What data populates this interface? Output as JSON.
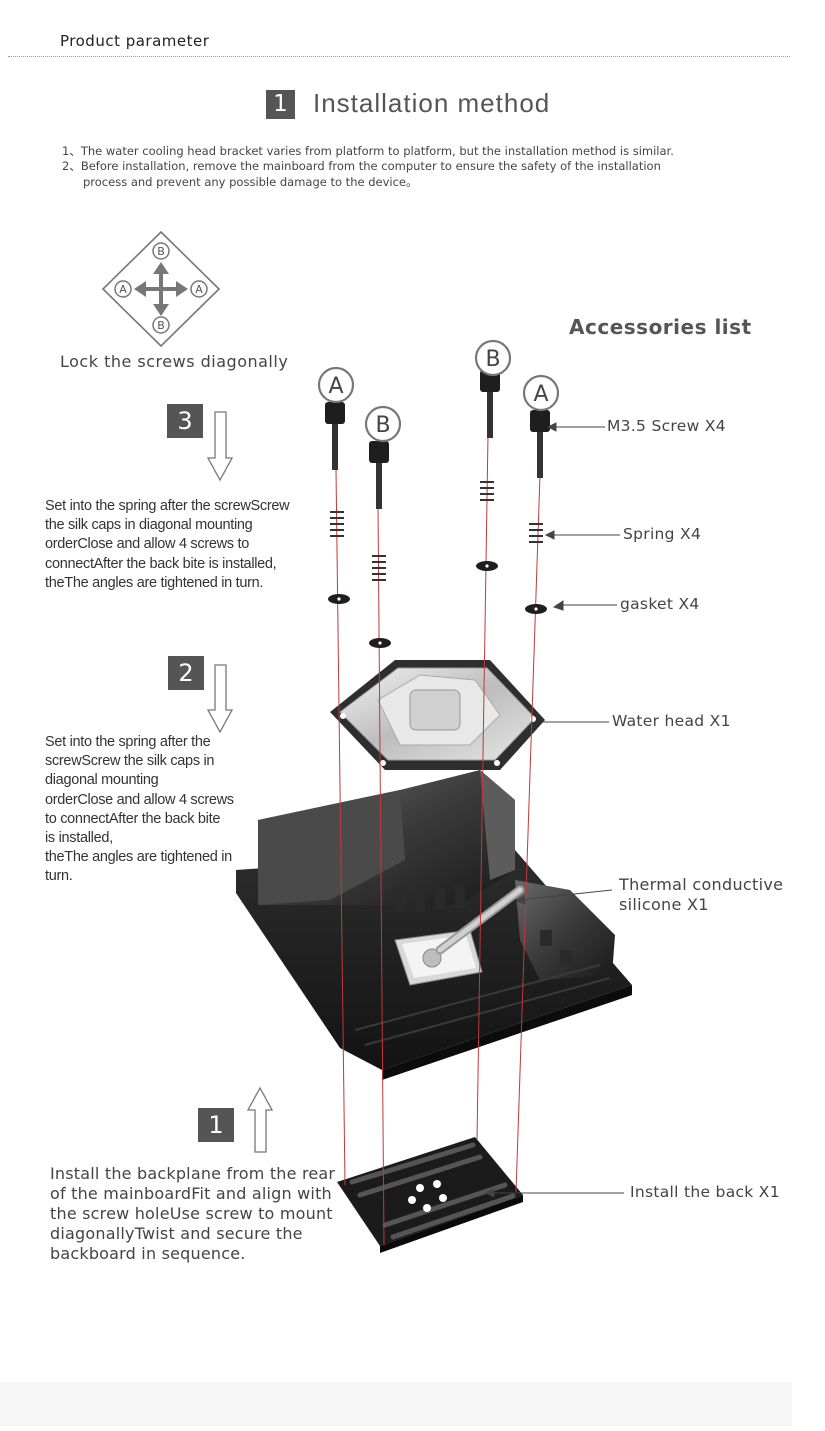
{
  "header": {
    "title": "Product parameter"
  },
  "section": {
    "number": "1",
    "title": "Installation method"
  },
  "notes": {
    "line1": "1、The water cooling head bracket varies from platform to platform, but the installation method is similar.",
    "line2": "2、Before installation, remove the mainboard from the computer to ensure the safety of the installation",
    "line3": "process and prevent any possible damage to the device。"
  },
  "diagram": {
    "lock_caption": "Lock the screws diagonally",
    "symbols": {
      "a": "A",
      "b": "B"
    },
    "accessories_title": "Accessories list",
    "screw_markers": [
      "A",
      "B",
      "B",
      "A"
    ]
  },
  "steps": [
    {
      "number": "3",
      "lines": [
        "Set into the spring after the screwScrew",
        "the silk caps in diagonal mounting",
        "orderClose and allow 4 screws to",
        "connectAfter the back bite is installed,",
        "theThe angles are tightened in turn."
      ]
    },
    {
      "number": "2",
      "lines": [
        "Set into the spring after the",
        "screwScrew the silk caps in",
        "diagonal mounting",
        "orderClose and allow 4 screws",
        "to connectAfter the back bite",
        "is installed,",
        "theThe angles are tightened in",
        "turn."
      ]
    },
    {
      "number": "1",
      "lines": [
        "Install the backplane from the rear",
        "of the mainboardFit and align with",
        "the screw holeUse screw to mount",
        "diagonallyTwist and secure the",
        "backboard in sequence."
      ]
    }
  ],
  "accessories": {
    "screw": "M3.5 Screw X4",
    "spring": "Spring X4",
    "gasket": "gasket X4",
    "water_head": "Water head X1",
    "thermal_line1": "Thermal conductive",
    "thermal_line2": "silicone X1",
    "back": "Install the back X1"
  },
  "colors": {
    "dark_box": "#555555",
    "guide_line": "#c0393b",
    "part_dark": "#1e1e1e"
  }
}
